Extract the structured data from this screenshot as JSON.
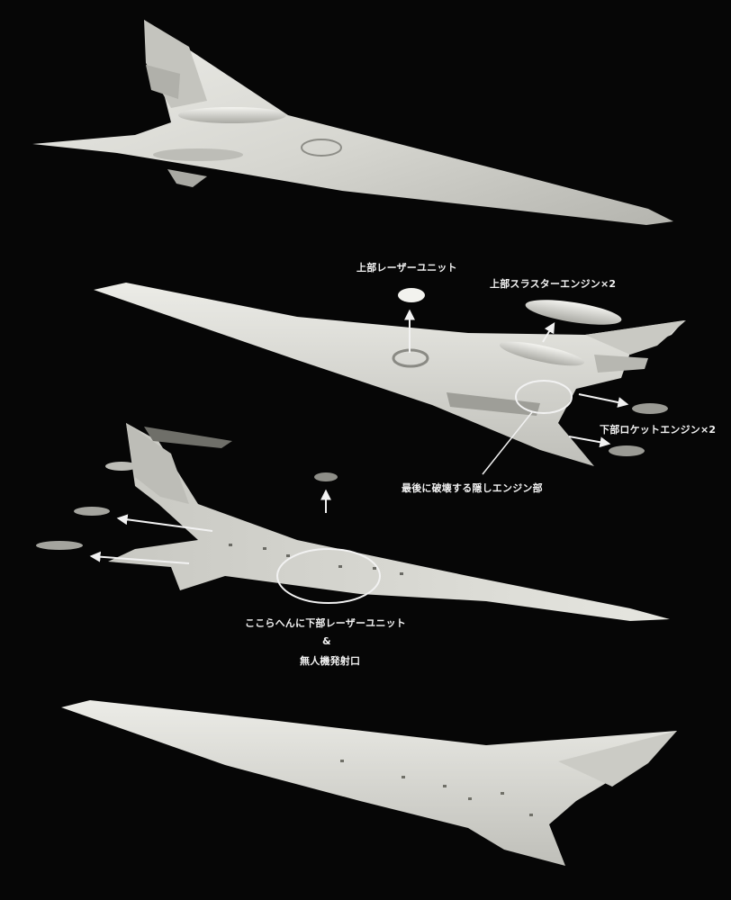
{
  "image": {
    "background": "#060606",
    "hull_color": "#d9d9d3",
    "annotation_color": "#f2f2f2"
  },
  "labels": {
    "upper_laser_unit": "上部レーザーユニット",
    "upper_thruster_engines": "上部スラスターエンジン×2",
    "lower_rocket_engines": "下部ロケットエンジン×2",
    "hidden_engine": "最後に破壊する隠しエンジン部",
    "lower_laser_unit": "ここらへんに下部レーザーユニット",
    "ampersand": "&",
    "drone_launch_port": "無人機発射口"
  }
}
